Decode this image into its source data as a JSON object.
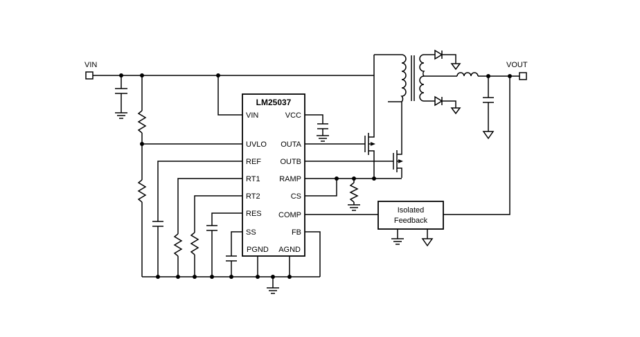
{
  "ports": {
    "vin": "VIN",
    "vout": "VOUT"
  },
  "ic": {
    "name": "LM25037",
    "left_pins": [
      "VIN",
      "UVLO",
      "REF",
      "RT1",
      "RT2",
      "RES",
      "SS"
    ],
    "right_pins": [
      "VCC",
      "OUTA",
      "OUTB",
      "RAMP",
      "CS",
      "COMP",
      "FB"
    ],
    "bottom_pins": [
      "PGND",
      "AGND"
    ]
  },
  "feedback_block": {
    "line1": "Isolated",
    "line2": "Feedback"
  }
}
